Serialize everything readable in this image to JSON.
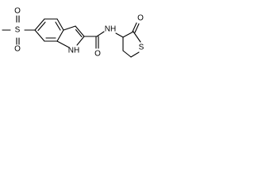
{
  "molecule": {
    "atoms": {
      "s_sulfonyl": "S",
      "o_sulfonyl_top": "O",
      "o_sulfonyl_bottom": "O",
      "nh_indole": "NH",
      "nh_amide": "NH",
      "o_amide": "O",
      "o_ketone": "O",
      "s_ring": "S"
    }
  }
}
